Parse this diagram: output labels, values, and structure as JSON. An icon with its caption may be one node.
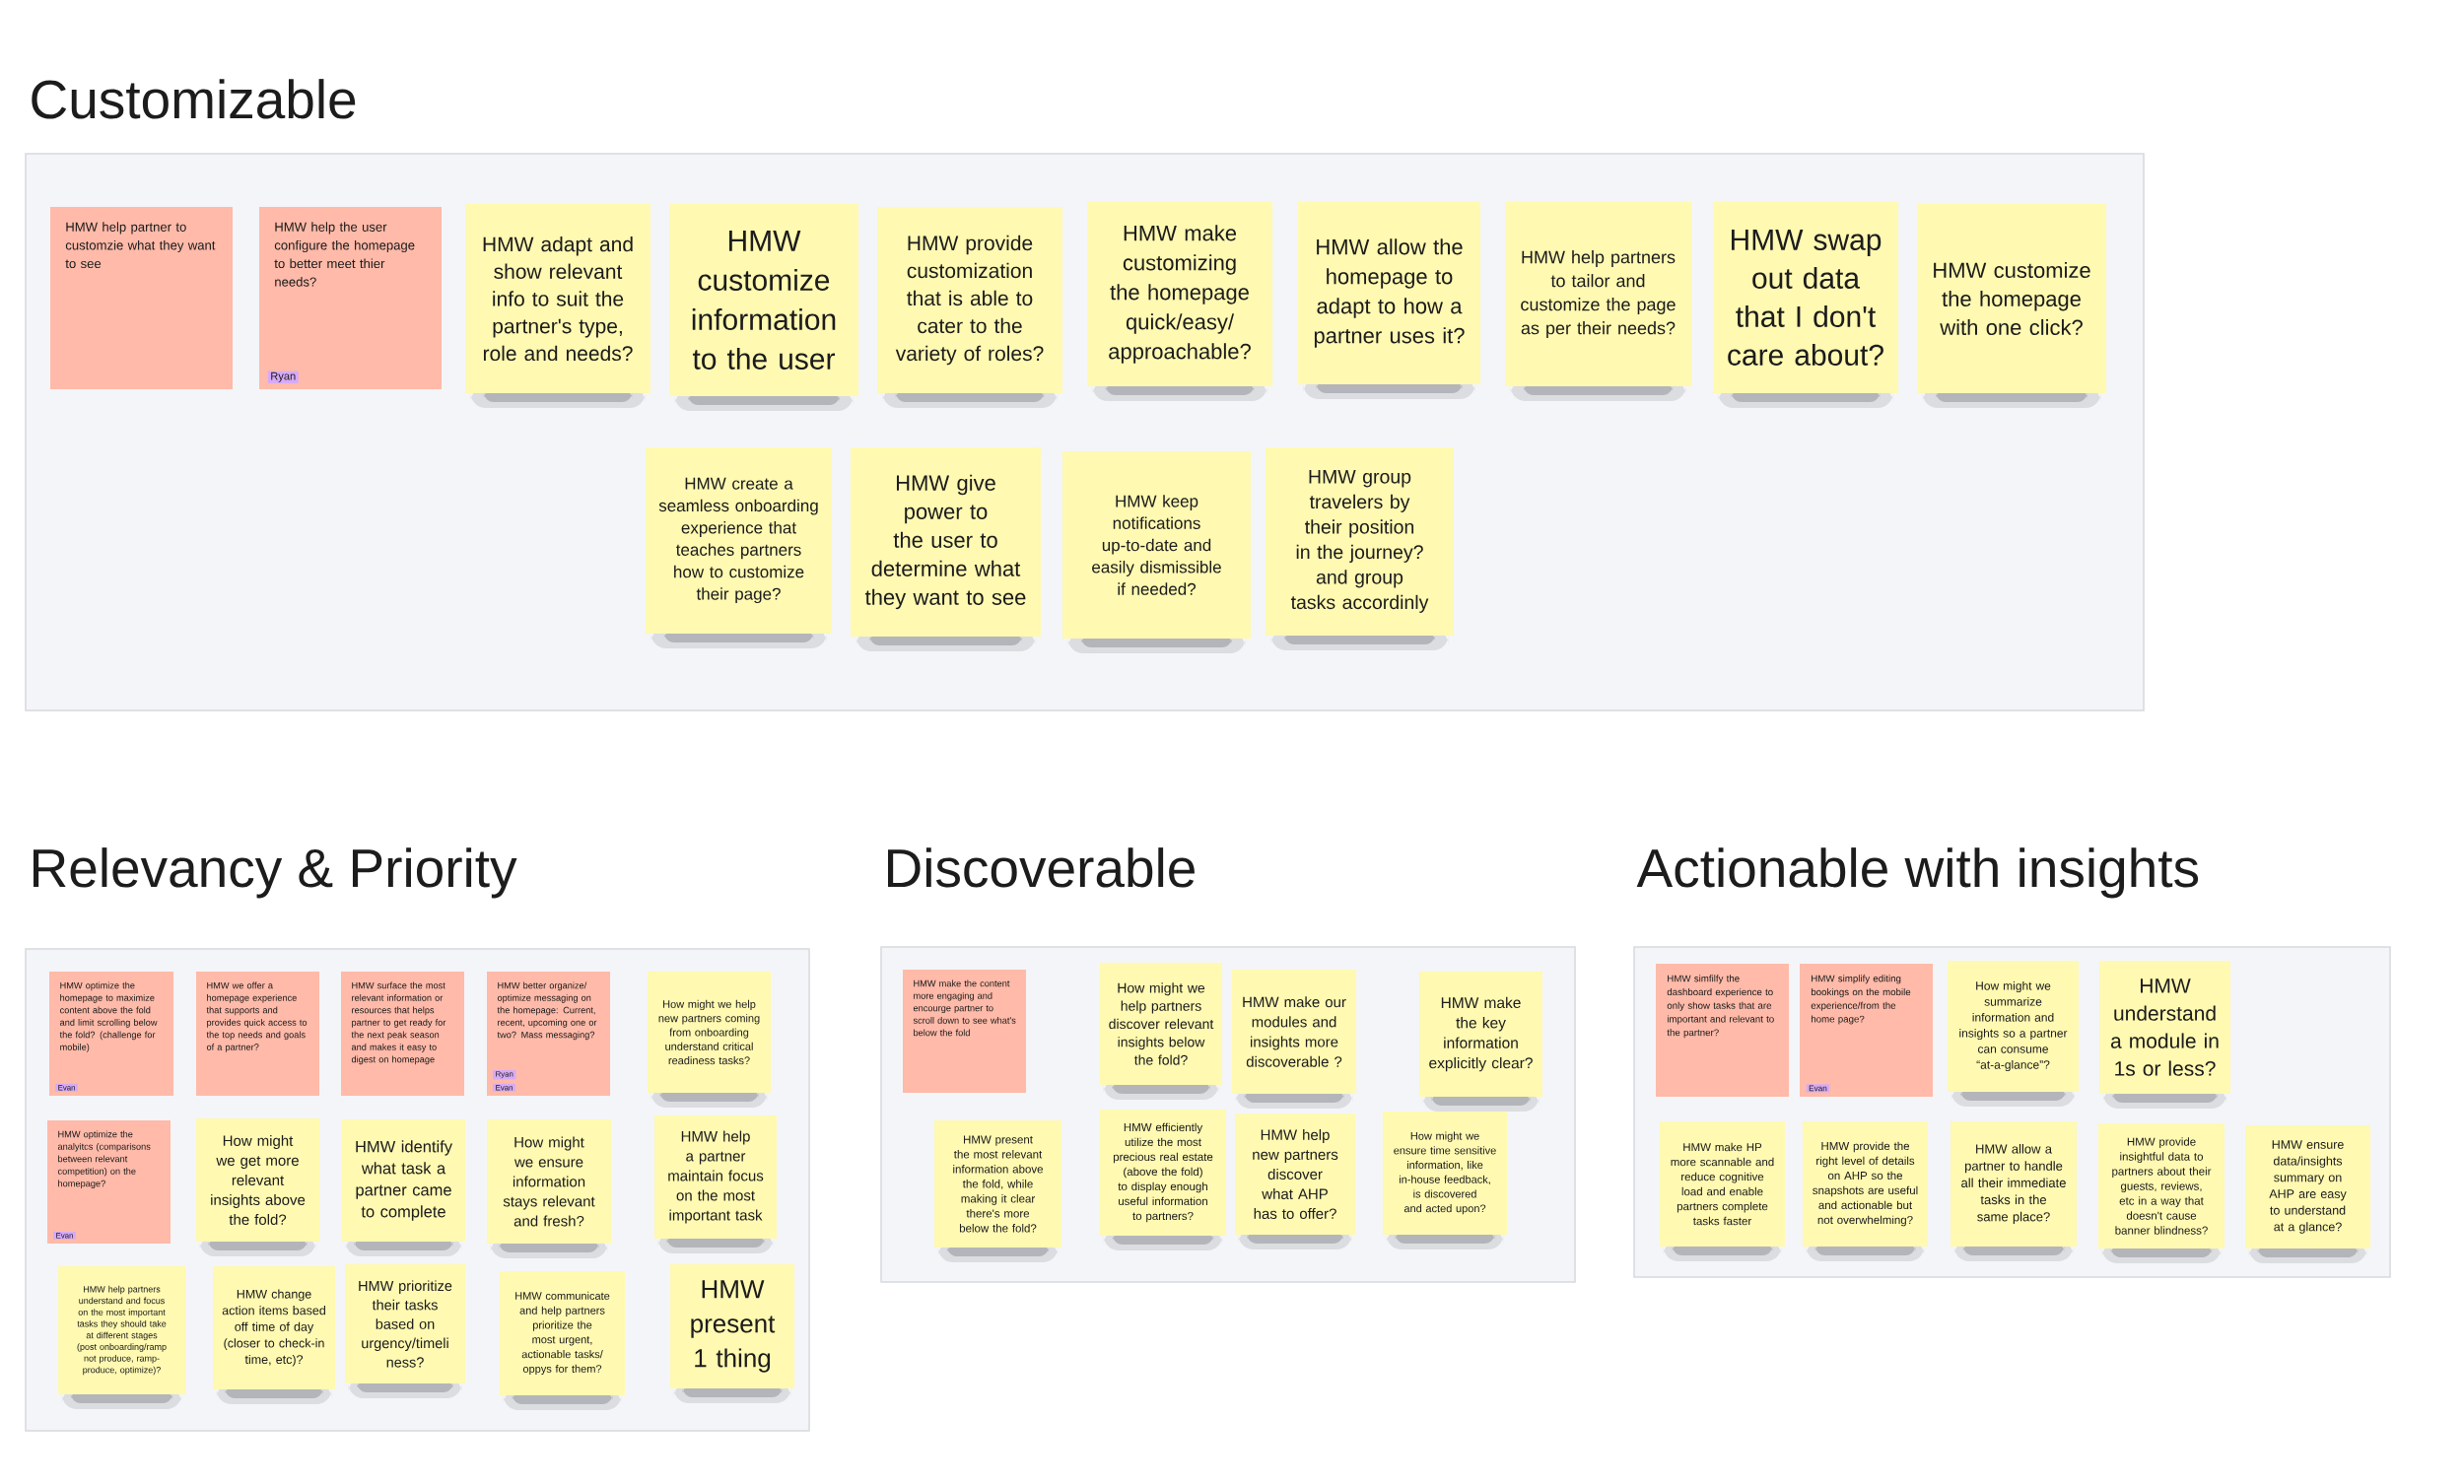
{
  "diagram": {
    "nodes": [
      {
        "text": [
          "Customizable"
        ]
      },
      {
        "text": [
          "HMW help partner to customzie what they want to see"
        ],
        "in": 0
      },
      {
        "text": [
          "HMW help the user configure the homepage to better meet thier needs?",
          "Ryan"
        ],
        "in": 0
      },
      {
        "text": [
          "HMW adapt and show relevant info to suit the partner's type, role and needs?"
        ],
        "in": 0
      },
      {
        "text": [
          "HMW customize information to the user"
        ],
        "in": 0
      },
      {
        "text": [
          "HMW provide customization that is able to cater to the variety of roles?"
        ],
        "in": 0
      },
      {
        "text": [
          "HMW make customizing the homepage quick/easy/ approachable?"
        ],
        "in": 0
      },
      {
        "text": [
          "HMW allow the homepage to adapt to how a partner uses it?"
        ],
        "in": 0
      },
      {
        "text": [
          "HMW help partners to tailor and customize the page as per their needs?"
        ],
        "in": 0
      },
      {
        "text": [
          "HMW swap out data that I don't care about?"
        ],
        "in": 0
      },
      {
        "text": [
          "HMW customize the homepage with one click?"
        ],
        "in": 0
      },
      {
        "text": [
          "HMW create a seamless onboarding experience that teaches partners how to customize their page?"
        ],
        "in": 0
      },
      {
        "text": [
          "HMW give power to the user to determine what they want to see"
        ],
        "in": 0
      },
      {
        "text": [
          "HMW keep notifications up-to-date and easily dismissible if needed?"
        ],
        "in": 0
      },
      {
        "text": [
          "HMW group travelers by their position in the journey? and group tasks accordinly"
        ],
        "in": 0
      },
      {
        "text": [
          "Relevancy & Priority"
        ]
      },
      {
        "text": [
          "HMW optimize the homepage to maximize content above the fold and limit scrolling below the fold? (challenge for mobile)",
          "Evan"
        ],
        "in": 15
      },
      {
        "text": [
          "HMW we offer a homepage experience that supports and provides quick access to the top needs and goals of a partner?"
        ],
        "in": 15
      },
      {
        "text": [
          "HMW surface the most relevant information or resources that helps partner to get ready for the next peak season and makes it easy to digest on homepage"
        ],
        "in": 15
      },
      {
        "text": [
          "HMW better organize/ optimize messaging on the homepage: Current, recent, upcoming one or two? Mass messaging?",
          "Ryan",
          "Evan"
        ],
        "in": 15
      },
      {
        "text": [
          "How might we help new partners coming from onboarding understand critical readiness tasks?"
        ],
        "in": 15
      },
      {
        "text": [
          "HMW optimize the analyitcs (comparisons between relevant competition) on the homepage?",
          "Evan"
        ],
        "in": 15
      },
      {
        "text": [
          "How might we get more relevant insights above the fold?"
        ],
        "in": 15
      },
      {
        "text": [
          "HMW identify what task a partner came to complete"
        ],
        "in": 15
      },
      {
        "text": [
          "How might we ensure information stays relevant and fresh?"
        ],
        "in": 15
      },
      {
        "text": [
          "HMW help a partner maintain focus on the most important task"
        ],
        "in": 15
      },
      {
        "text": [
          "HMW help partners understand and focus on the most important tasks they should take at different stages (post onboarding/ramp not produce, ramp-produce, optimize)?"
        ],
        "in": 15
      },
      {
        "text": [
          "HMW change action items based off time of day (closer to check-in time, etc)?"
        ],
        "in": 15
      },
      {
        "text": [
          "HMW prioritize their tasks based on urgency/timeli ness?"
        ],
        "in": 15
      },
      {
        "text": [
          "HMW communicate and help partners prioritize the most urgent, actionable tasks/ oppys for them?"
        ],
        "in": 15
      },
      {
        "text": [
          "HMW present 1 thing"
        ],
        "in": 15
      },
      {
        "text": [
          "Discoverable"
        ]
      },
      {
        "text": [
          "HMW make the content more engaging and encourge partner to scroll down to see what's below the fold"
        ],
        "in": 31
      },
      {
        "text": [
          "How might we help partners discover relevant insights below the fold?"
        ],
        "in": 31
      },
      {
        "text": [
          "HMW make our modules and insights more discoverable ?"
        ],
        "in": 31
      },
      {
        "text": [
          "HMW make the key information explicitly clear?"
        ],
        "in": 31
      },
      {
        "text": [
          "HMW present the most relevant information above the fold, while making it clear there's more below the fold?"
        ],
        "in": 31
      },
      {
        "text": [
          "HMW efficiently utilize the most precious real estate (above the fold) to display enough useful information to partners?"
        ],
        "in": 31
      },
      {
        "text": [
          "HMW help new partners discover what AHP has to offer?"
        ],
        "in": 31
      },
      {
        "text": [
          "How might we ensure time sensitive information, like in-house feedback, is discovered and acted upon?"
        ],
        "in": 31
      },
      {
        "text": [
          "Actionable with insights"
        ]
      },
      {
        "text": [
          "HMW simfilfy the dashboard experience to only show tasks that are important and relevant to the partner?"
        ],
        "in": 40
      },
      {
        "text": [
          "HMW simplify editing bookings on the mobile experience/from the home page?",
          "Evan"
        ],
        "in": 40
      },
      {
        "text": [
          "How might we summarize information and insights so a partner can consume “at-a-glance”?"
        ],
        "in": 40
      },
      {
        "text": [
          "HMW understand a module in 1s or less?"
        ],
        "in": 40
      },
      {
        "text": [
          "HMW make HP more scannable and reduce cognitive load and enable partners complete tasks faster"
        ],
        "in": 40
      },
      {
        "text": [
          "HMW provide the right level of details on AHP so the snapshots are useful and actionable but not overwhelming?"
        ],
        "in": 40
      },
      {
        "text": [
          "HMW allow a partner to handle all their immediate tasks in the same place?"
        ],
        "in": 40
      },
      {
        "text": [
          "HMW provide insightful data to partners about their guests, reviews, etc in a way that doesn't cause banner blindness?"
        ],
        "in": 40
      },
      {
        "text": [
          "HMW ensure data/insights summary on AHP are easy to understand at a glance?"
        ],
        "in": 40
      }
    ]
  }
}
